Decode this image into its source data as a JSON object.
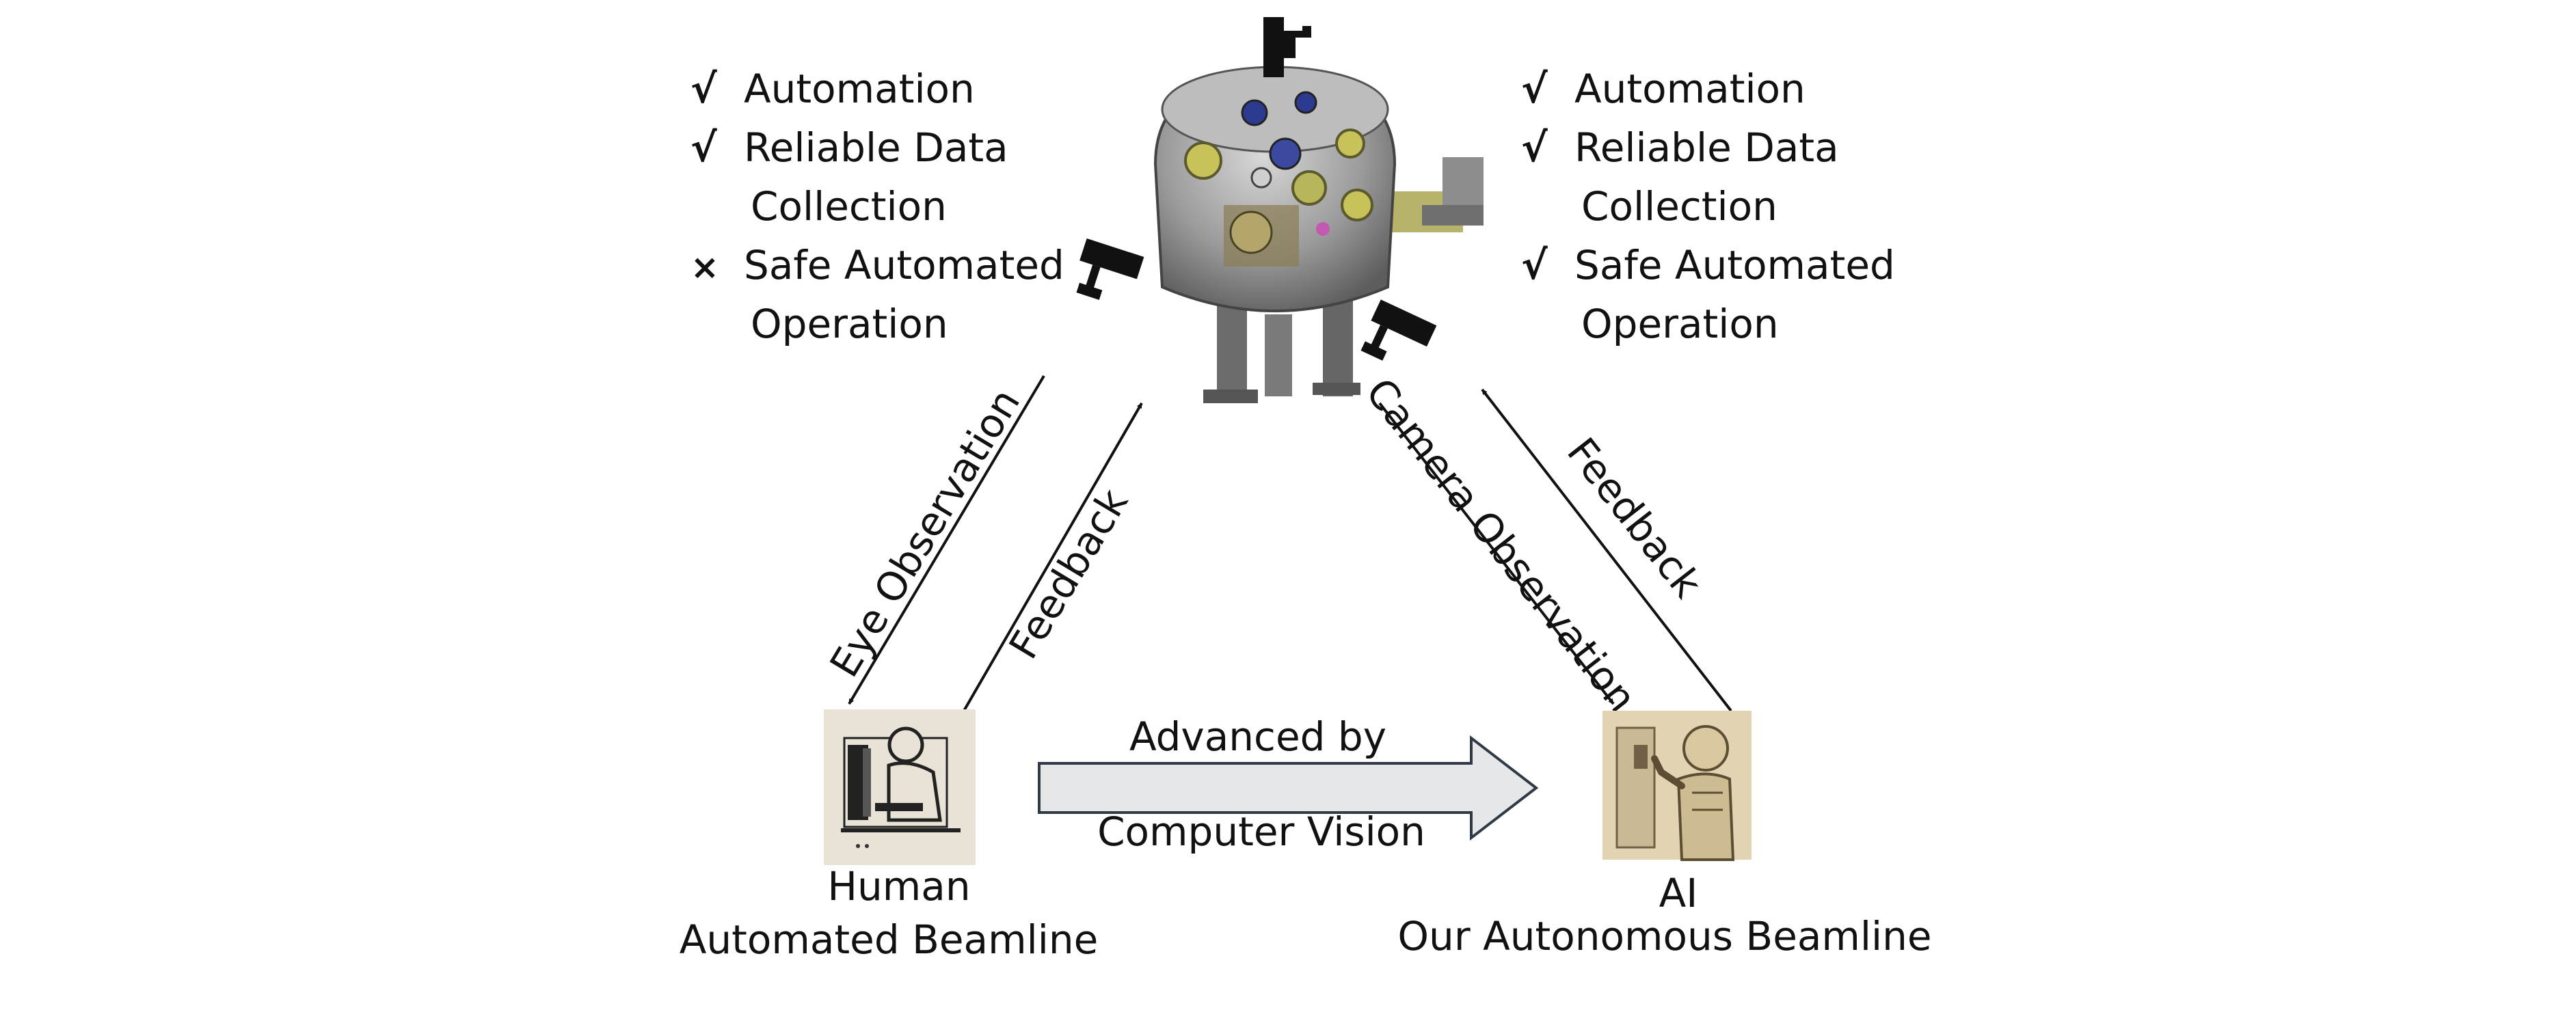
{
  "left_checklist": [
    {
      "mark": "check",
      "lines": [
        "Automation"
      ]
    },
    {
      "mark": "check",
      "lines": [
        "Reliable Data",
        "Collection"
      ]
    },
    {
      "mark": "cross",
      "lines": [
        "Safe Automated",
        "Operation"
      ]
    }
  ],
  "right_checklist": [
    {
      "mark": "check",
      "lines": [
        "Automation"
      ]
    },
    {
      "mark": "check",
      "lines": [
        "Reliable Data",
        "Collection"
      ]
    },
    {
      "mark": "check",
      "lines": [
        "Safe Automated",
        "Operation"
      ]
    }
  ],
  "marks": {
    "check": "√",
    "cross": "×"
  },
  "colors": {
    "check": "#22a14b",
    "cross": "#c0282d",
    "arrow": "#111111",
    "big_arrow_fill": "#e6e7e8",
    "big_arrow_stroke": "#2f3a46"
  },
  "arrows": {
    "eye_observation": "Eye Observation",
    "feedback_left": "Feedback",
    "camera_observation": "Camera Observation",
    "feedback_right": "Feedback"
  },
  "transition": {
    "line1": "Advanced by",
    "line2": "Computer Vision"
  },
  "human": {
    "line1": "Human",
    "line2": "Automated Beamline"
  },
  "ai": {
    "line1": "AI",
    "line2": "Our Autonomous Beamline"
  }
}
